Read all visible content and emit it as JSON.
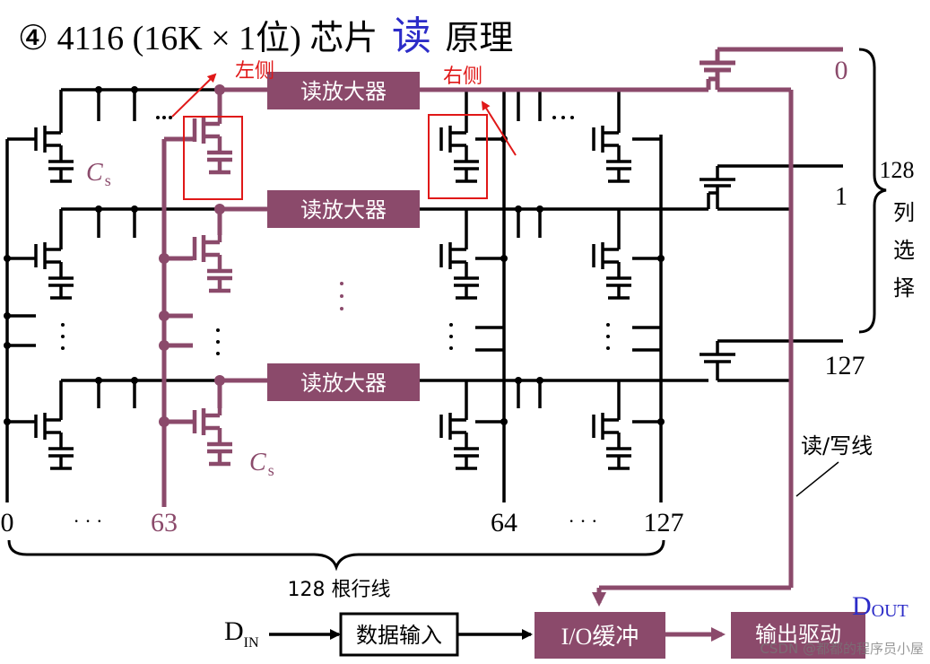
{
  "title": {
    "prefix": "④ 4116 (16K × 1位) 芯片",
    "highlight": "读",
    "suffix": "原理"
  },
  "annotations": {
    "left_side": "左侧",
    "right_side": "右侧"
  },
  "sense_amp_label": "读放大器",
  "cap_label": "C",
  "cap_subscript": "s",
  "row_labels": {
    "left_first": "0",
    "left_selected": "63",
    "right_first": "64",
    "right_last": "127"
  },
  "row_line_caption": "128 根行线",
  "column_labels": {
    "first": "0",
    "second": "1",
    "last": "127"
  },
  "column_select": {
    "count": "128",
    "c1": "列",
    "c2": "选",
    "c3": "择"
  },
  "rw_line_label": "读/写线",
  "din": {
    "main": "D",
    "sub": "IN"
  },
  "data_input_label": "数据输入",
  "io_buffer_label": "I/O缓冲",
  "output_driver_label": "输出驱动",
  "dout": {
    "main": "D",
    "sub": "OUT"
  },
  "watermark": "CSDN @都都的程序员小屋",
  "ellipsis": "· · ·",
  "colors": {
    "accent": "#8b4a6b",
    "blue": "#2c2cc8",
    "annotation_red": "#e01818",
    "black": "#000000"
  }
}
